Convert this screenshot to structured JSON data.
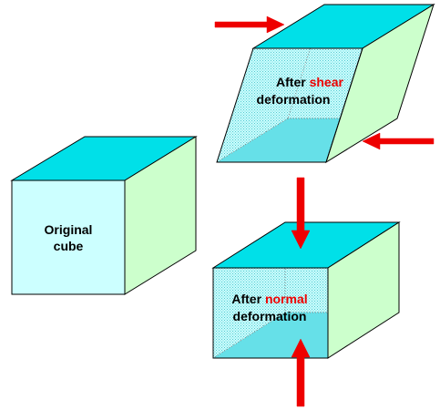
{
  "labels": {
    "original_line1": "Original",
    "original_line2": "cube",
    "shear_line1_prefix": "After ",
    "shear_line1_keyword": "shear",
    "shear_line2": "deformation",
    "normal_line1_prefix": "After ",
    "normal_line1_keyword": "normal",
    "normal_line2": "deformation"
  },
  "colors": {
    "top_face": "#00e0e8",
    "front_face": "#ccffff",
    "side_face": "#ccffcc",
    "hatch_face": "#66e0e8",
    "outline": "#000000",
    "arrow": "#ee0000",
    "keyword_text": "#ee0000",
    "text": "#000000"
  }
}
